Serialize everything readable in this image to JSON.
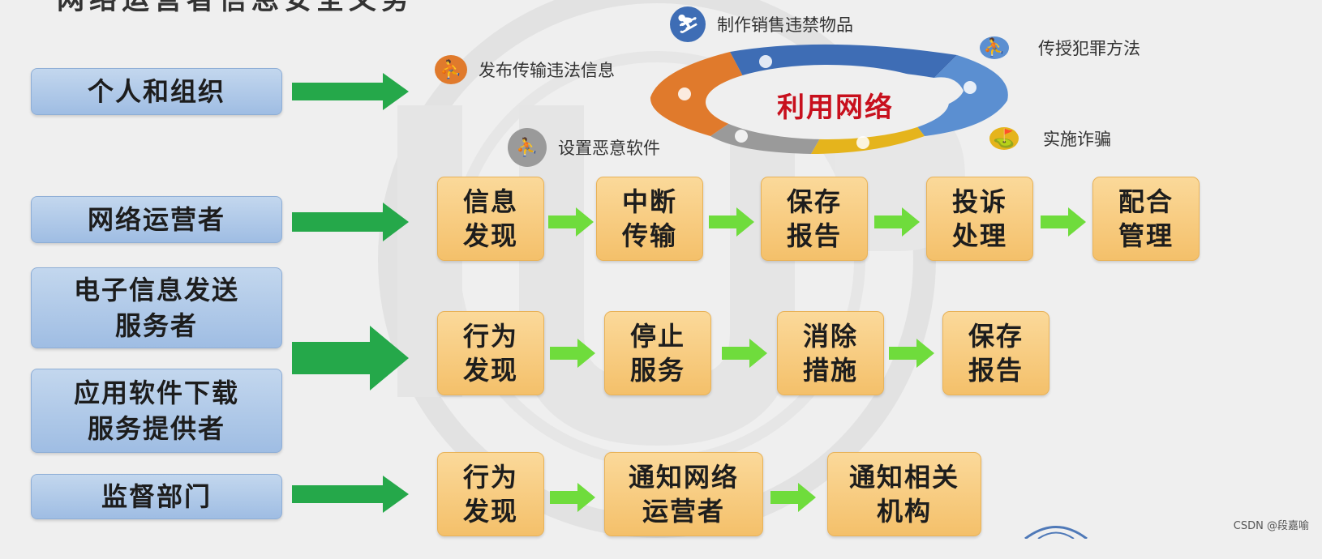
{
  "title_fragment": "网络运营者信息安全义务",
  "left_boxes": [
    {
      "id": "individual",
      "text": "个人和组织"
    },
    {
      "id": "operator",
      "text": "网络运营者"
    },
    {
      "id": "email",
      "text": "电子信息发送\n服务者"
    },
    {
      "id": "appstore",
      "text": "应用软件下载\n服务提供者"
    },
    {
      "id": "regulator",
      "text": "监督部门"
    }
  ],
  "cycle": {
    "center": "利用网络",
    "items": [
      {
        "label": "制作销售违禁物品",
        "color": "#3e6db5"
      },
      {
        "label": "传授犯罪方法",
        "color": "#5b8fd1"
      },
      {
        "label": "发布传输违法信息",
        "color": "#e07a2c"
      },
      {
        "label": "实施诈骗",
        "color": "#e5b41c"
      },
      {
        "label": "设置恶意软件",
        "color": "#9a9a9a"
      }
    ]
  },
  "flows": [
    {
      "id": "operator_flow",
      "steps": [
        "信息\n发现",
        "中断\n传输",
        "保存\n报告",
        "投诉\n处理",
        "配合\n管理"
      ]
    },
    {
      "id": "service_flow",
      "steps": [
        "行为\n发现",
        "停止\n服务",
        "消除\n措施",
        "保存\n报告"
      ]
    },
    {
      "id": "regulator_flow",
      "steps": [
        "行为\n发现",
        "通知网络\n运营者",
        "通知相关\n机构"
      ]
    }
  ],
  "credit": "CSDN @段嘉喻",
  "colors": {
    "arrow_green": "#25a84a",
    "small_arrow": "#6fdc3c",
    "step_fill": "#f7c97a",
    "left_fill": "#aec8e8",
    "center_text": "#c8101d"
  }
}
